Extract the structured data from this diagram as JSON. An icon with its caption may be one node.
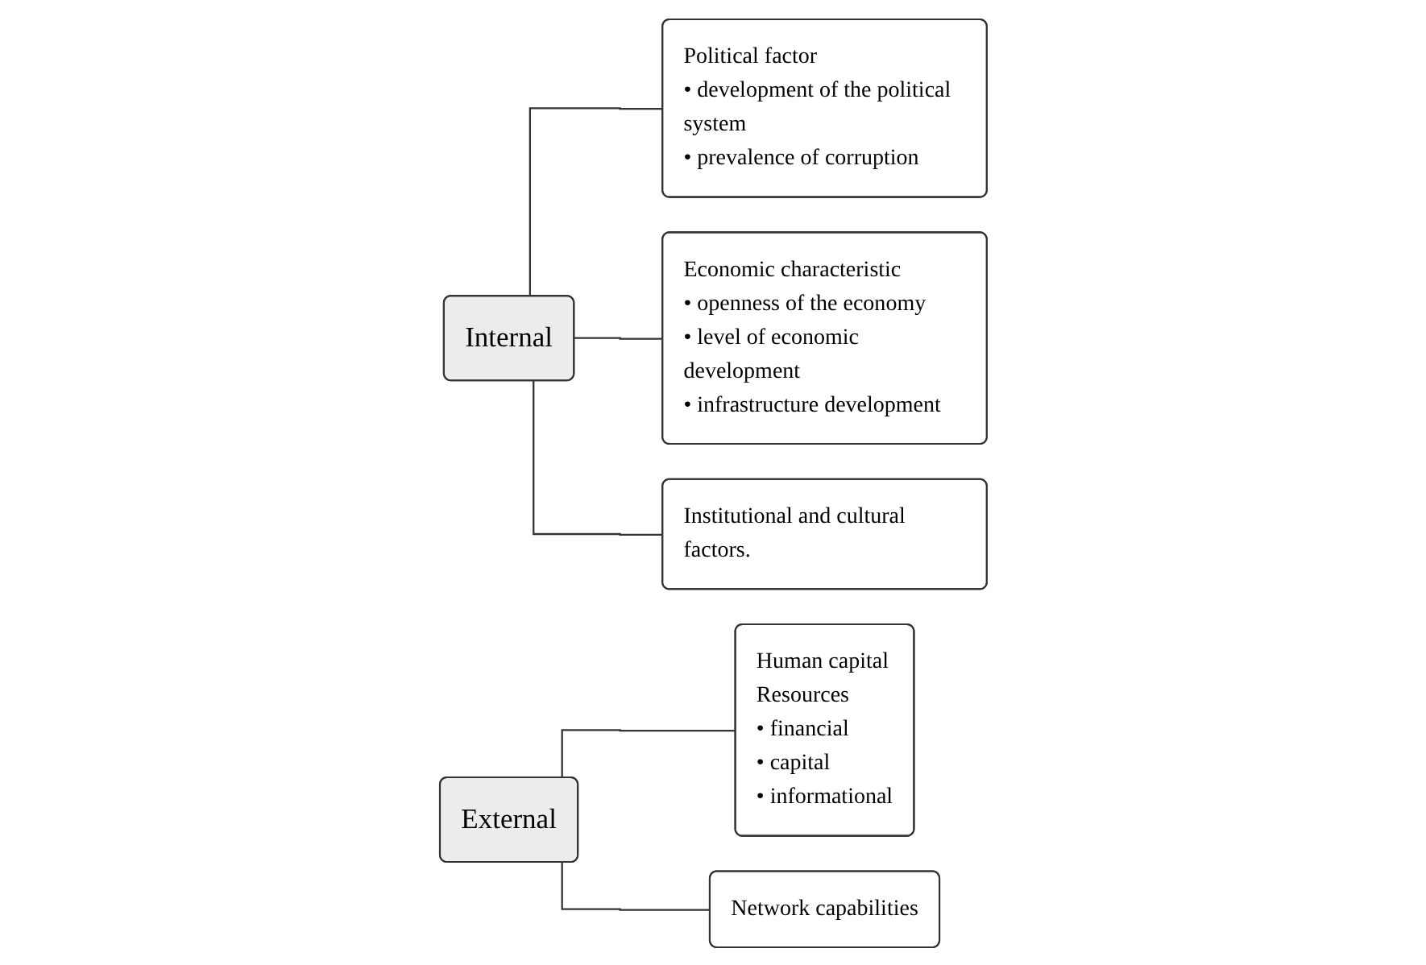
{
  "diagram": {
    "nodes": [
      {
        "text": [
          "Internal"
        ]
      },
      {
        "text": [
          "Political factor",
          "• development of the political system",
          "• prevalence of corruption"
        ]
      },
      {
        "text": [
          "Economic characteristic",
          "• openness of the economy",
          "• level of economic development",
          "• infrastructure development"
        ]
      },
      {
        "text": [
          "Institutional and cultural factors."
        ]
      },
      {
        "text": [
          "External"
        ]
      },
      {
        "text": [
          "Human capital",
          "Resources",
          "• financial",
          "• capital",
          "• informational"
        ]
      },
      {
        "text": [
          "Network capabilities"
        ]
      }
    ],
    "edges": [
      {
        "from": 0,
        "to": 1,
        "arrow": "none"
      },
      {
        "from": 0,
        "to": 2,
        "arrow": "none"
      },
      {
        "from": 0,
        "to": 3,
        "arrow": "none"
      },
      {
        "from": 4,
        "to": 5,
        "arrow": "none"
      },
      {
        "from": 4,
        "to": 6,
        "arrow": "none"
      }
    ]
  }
}
